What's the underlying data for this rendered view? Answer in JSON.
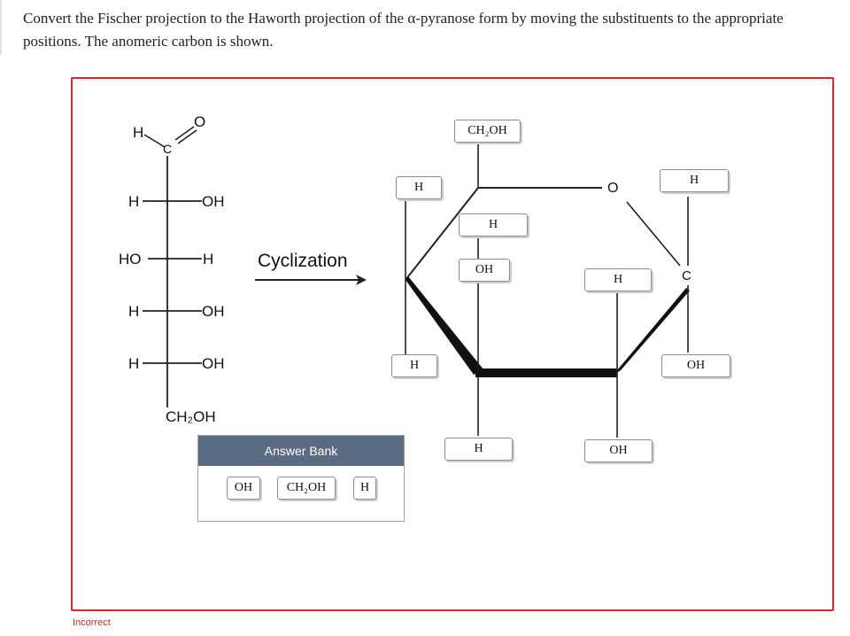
{
  "prompt": "Convert the Fischer projection to the Haworth projection of the α-pyranose form by moving the substituents to the appropriate positions. The anomeric carbon is shown.",
  "fischer": {
    "top_h": "H",
    "top_o": "O",
    "top_c": "C",
    "rows": [
      {
        "left": "H",
        "right": "OH"
      },
      {
        "left": "HO",
        "right": "H"
      },
      {
        "left": "H",
        "right": "OH"
      },
      {
        "left": "H",
        "right": "OH"
      }
    ],
    "bottom": "CH₂OH"
  },
  "arrow_label": "Cyclization",
  "haworth": {
    "ring_o": "O",
    "ring_c": "C",
    "slots": {
      "c5_top": "CH₂OH",
      "c4_top": "H",
      "c4_inner_top": "H",
      "c3_top": "OH",
      "c2_top": "H",
      "c1_top": "H",
      "c4_bottom": "H",
      "c3_bottom": "H",
      "c2_bottom": "OH",
      "c1_bottom": "OH"
    }
  },
  "answer_bank": {
    "title": "Answer Bank",
    "items": [
      "OH",
      "CH₂OH",
      "H"
    ]
  },
  "status": "Incorrect",
  "colors": {
    "frame": "#d9262b",
    "bank_header": "#5b6b82",
    "status": "#c8262b"
  }
}
